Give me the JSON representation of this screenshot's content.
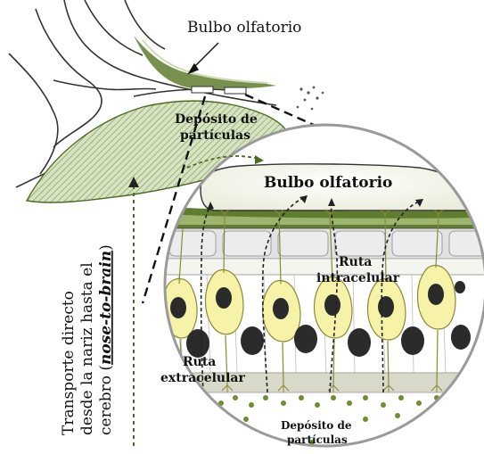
{
  "labels": {
    "bulb_top": "Bulbo olfatorio",
    "deposit_top_line1": "Depósito de",
    "deposit_top_line2": "partículas",
    "bulb_inset": "Bulbo olfatorio",
    "intracellular_line1": "Ruta",
    "intracellular_line2": "intracelular",
    "extracellular_line1": "Ruta",
    "extracellular_line2": "extracelular",
    "deposit_bottom_line1": "Depósito de",
    "deposit_bottom_line2": "partículas",
    "vertical_line1": "Transporte directo",
    "vertical_line2": "desde la nariz hasta el",
    "vertical_line3_prefix": "cerebro (",
    "vertical_line3_emph": "nose-to-brain",
    "vertical_line3_suffix": ")"
  },
  "colors": {
    "tissue_green": "#5f7d2e",
    "hatch_green": "#8aa866",
    "cell_yellow": "#f6f3a8",
    "nucleus": "#2b2b2b",
    "inset_bulb": "#f4f6ea",
    "epithelium_gray": "#e2e2e2",
    "particle_green": "#6e8f2f"
  }
}
